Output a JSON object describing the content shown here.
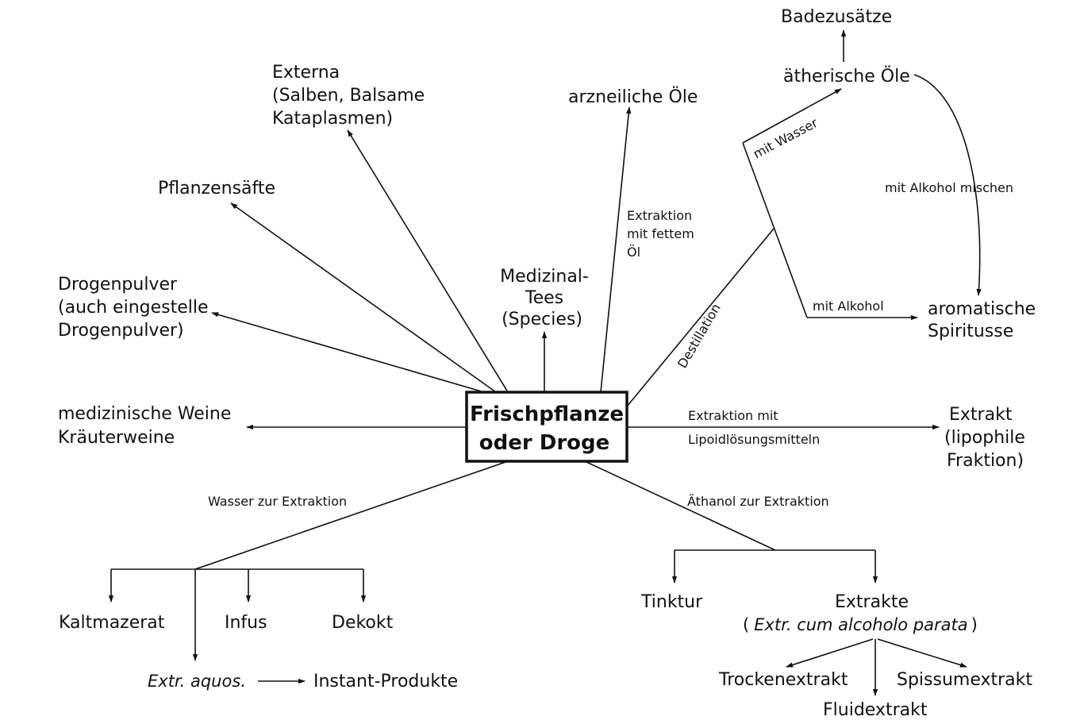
{
  "center": {
    "line1": "Frischpflanze",
    "line2": "oder Droge"
  },
  "products": {
    "badezusaetze": "Badezusätze",
    "aetherische_oele": "ätherische Öle",
    "externa": [
      "Externa",
      "(Salben, Balsame",
      "Kataplasmen)"
    ],
    "arzneiliche_oele": "arzneiliche Öle",
    "pflanzensaefte": "Pflanzensäfte",
    "medizinal_tees": [
      "Medizinal-",
      "Tees",
      "(Species)"
    ],
    "drogenpulver": [
      "Drogenpulver",
      "(auch eingestelle",
      "Drogenpulver)"
    ],
    "aromatische_spiritusse": [
      "aromatische",
      "Spiritusse"
    ],
    "weine": [
      "medizinische Weine",
      "Kräuterweine"
    ],
    "extrakt_lipophil": [
      "Extrakt",
      "(lipophile",
      "Fraktion)"
    ],
    "kaltmazerat": "Kaltmazerat",
    "infus": "Infus",
    "dekokt": "Dekokt",
    "extr_aquos": "Extr. aquos.",
    "instant_produkte": "Instant-Produkte",
    "tinktur": "Tinktur",
    "extrakte": "Extrakte",
    "extrakte_sub_open": "(",
    "extrakte_sub": "Extr. cum alcoholo parata",
    "extrakte_sub_close": ")",
    "trockenextrakt": "Trockenextrakt",
    "spissumextrakt": "Spissumextrakt",
    "fluidextrakt": "Fluidextrakt"
  },
  "edge_labels": {
    "mit_wasser": "mit Wasser",
    "mit_alkohol_mischen": "mit Alkohol mischen",
    "extraktion_fettem_oel": [
      "Extraktion",
      "mit fettem",
      "Öl"
    ],
    "destillation": "Destillation",
    "mit_alkohol": "mit Alkohol",
    "extraktion_lipoid": [
      "Extraktion mit",
      "Lipoidlösungsmitteln"
    ],
    "wasser_zur_extraktion": "Wasser zur Extraktion",
    "aethanol_zur_extraktion": "Äthanol zur Extraktion"
  }
}
